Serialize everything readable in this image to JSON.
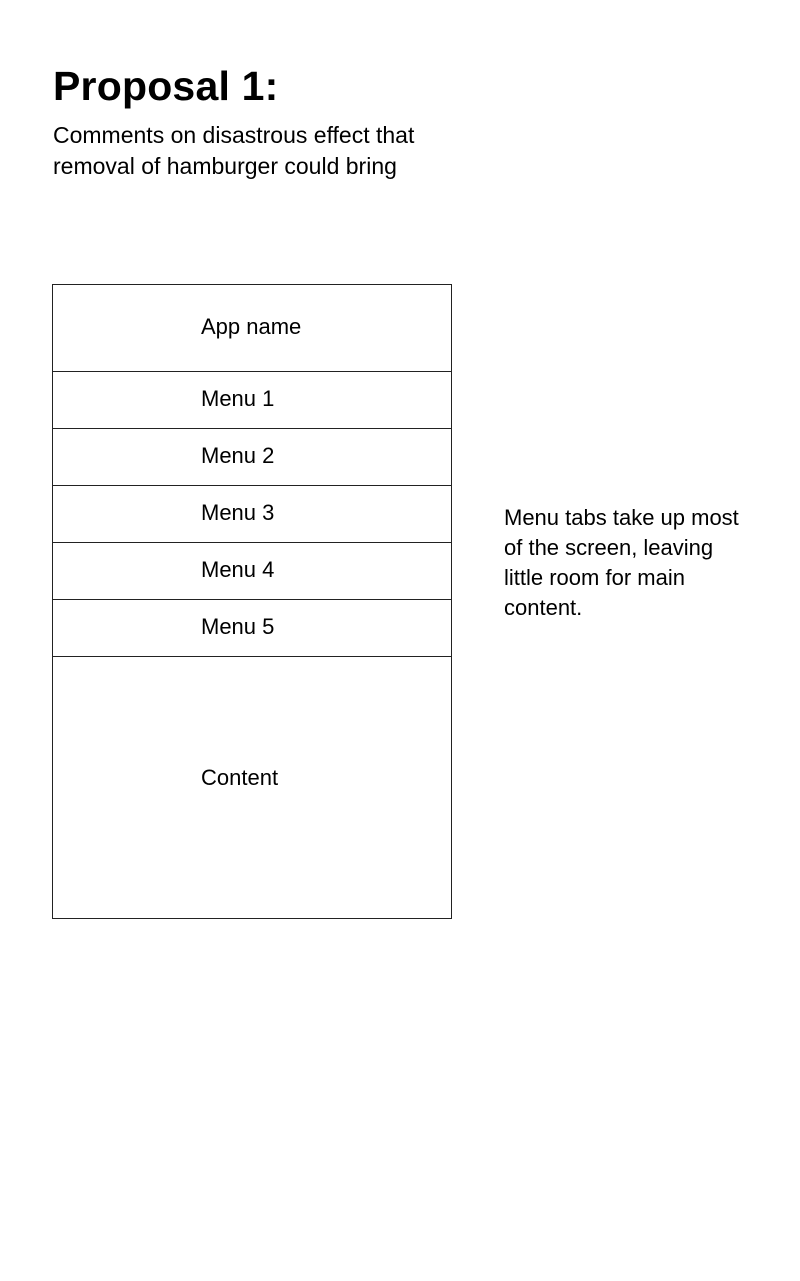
{
  "heading": {
    "title": "Proposal 1:",
    "description": "Comments on disastrous effect that removal of hamburger could bring"
  },
  "wireframe": {
    "app_name": "App name",
    "menu_items": [
      "Menu 1",
      "Menu 2",
      "Menu 3",
      "Menu 4",
      "Menu 5"
    ],
    "content_label": "Content"
  },
  "annotation": {
    "text": "Menu tabs take up most of the screen, leaving little room for main content."
  }
}
